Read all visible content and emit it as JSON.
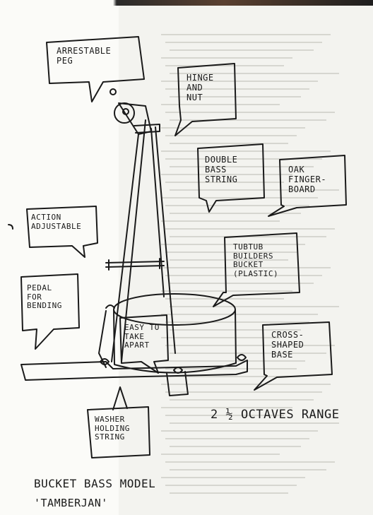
{
  "labels": {
    "adjustable_peg": "Arrestable\npeg",
    "hinge_and_nut": "Hinge\nand\nnut",
    "double_bass_string": "Double\nbass\nstring",
    "oak_fingerboard": "Oak\nfinger-\nboard",
    "action_adjustable": "Action\nadjustable",
    "tubtub_bucket": "Tubtub\nbuilders\nbucket\n(plastic)",
    "pedal_for_bending": "Pedal\nfor\nbending",
    "easy_to_take_apart": "Easy to\ntake\napart",
    "cross_shaped_base": "Cross-\nshaped\nbase",
    "washer_holding_string": "Washer\nholding\nstring"
  },
  "range_text": "2 ½ octaves range",
  "title_line1": "Bucket bass model",
  "title_line2": "'Tamberjan'",
  "colors": {
    "ink": "#1a1a1a",
    "paper": "#fbfbf8",
    "faint": "#d6d6d0"
  }
}
